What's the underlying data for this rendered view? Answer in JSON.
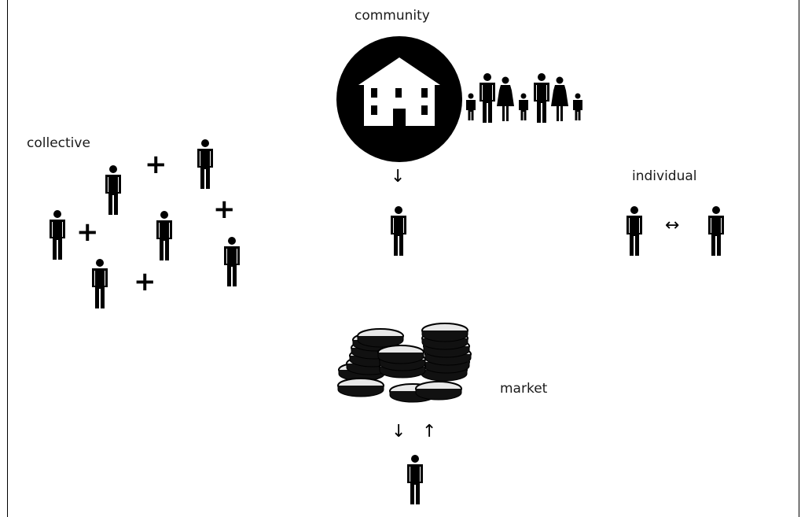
{
  "labels": {
    "community": "community",
    "collective": "collective",
    "individual": "individual",
    "market": "market"
  },
  "symbols": {
    "plus": "+",
    "arrow_down": "↓",
    "arrow_up": "↑",
    "arrow_both": "↔"
  },
  "icons": {
    "person": "person-icon",
    "house": "house-icon",
    "family": "family-icon",
    "coins": "coins-icon"
  },
  "colors": {
    "ink": "#000000",
    "coin_fill": "#e8e8e8",
    "background": "#ffffff"
  }
}
